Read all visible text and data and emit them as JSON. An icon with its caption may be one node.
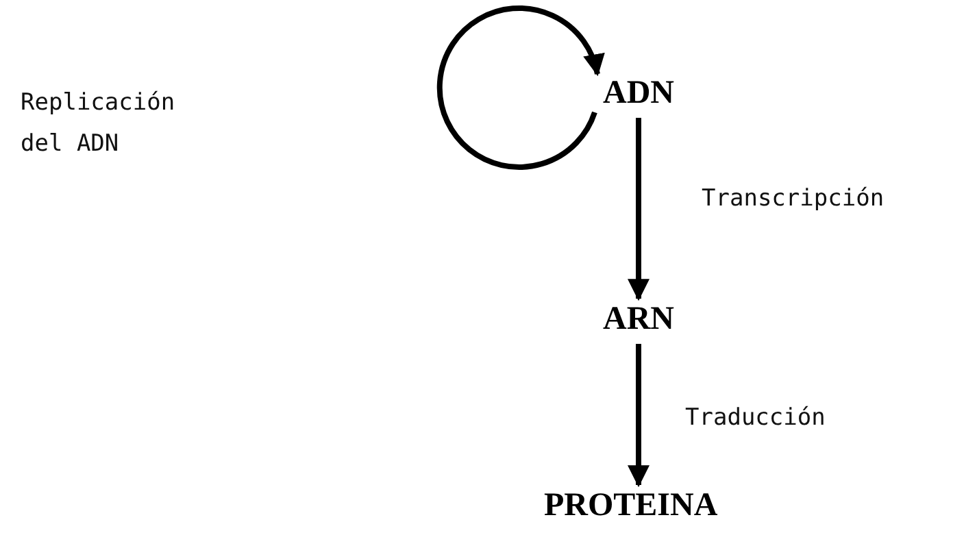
{
  "diagram": {
    "nodes": [
      {
        "text": [
          "ADN"
        ]
      },
      {
        "text": [
          "ARN"
        ]
      },
      {
        "text": [
          "PROTEINA"
        ]
      }
    ],
    "edges": [
      {
        "from": 0,
        "to": 0,
        "arrow": "to"
      },
      {
        "from": 0,
        "to": 1,
        "arrow": "to",
        "label": "Transcripción"
      },
      {
        "from": 1,
        "to": 2,
        "arrow": "to",
        "label": "Traducción"
      }
    ],
    "labels": [
      "Replicación del ADN"
    ]
  }
}
